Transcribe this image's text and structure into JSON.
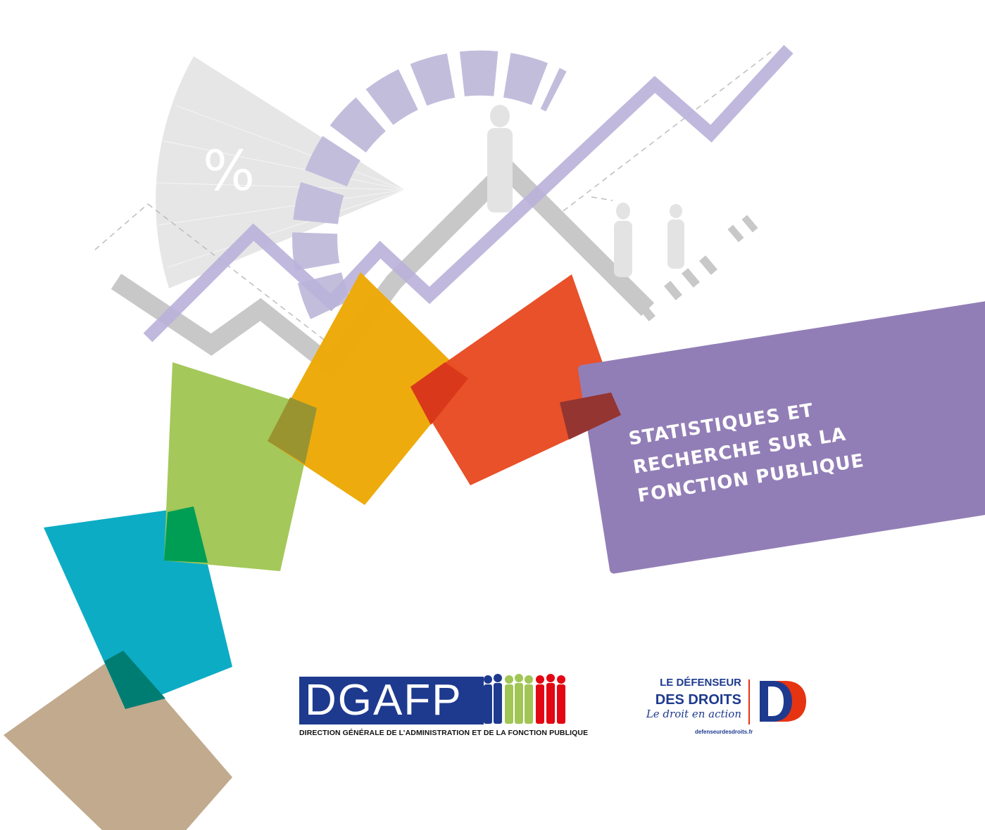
{
  "title_lines": [
    "Statistiques et",
    "recherche sur la",
    "fonction publique"
  ],
  "percent_symbol": "%",
  "colors": {
    "banner": "#927eb6",
    "orange": "#eea908",
    "red": "#e84e25",
    "green": "#a1c655",
    "teal": "#00a8c2",
    "sand": "#c1aa8d",
    "navy": "#1e3a8f",
    "lavender": "#c3bddc",
    "grey": "#cfcfcf"
  },
  "logos": {
    "dgafp": {
      "acronym": "DGAFP",
      "subtitle": "Direction générale de l’administration et de la fonction publique"
    },
    "defenseur": {
      "line1": "LE DÉFENSEUR",
      "line2": "DES DROITS",
      "tagline": "Le droit en action",
      "url": "defenseurdesdroits.fr"
    }
  }
}
